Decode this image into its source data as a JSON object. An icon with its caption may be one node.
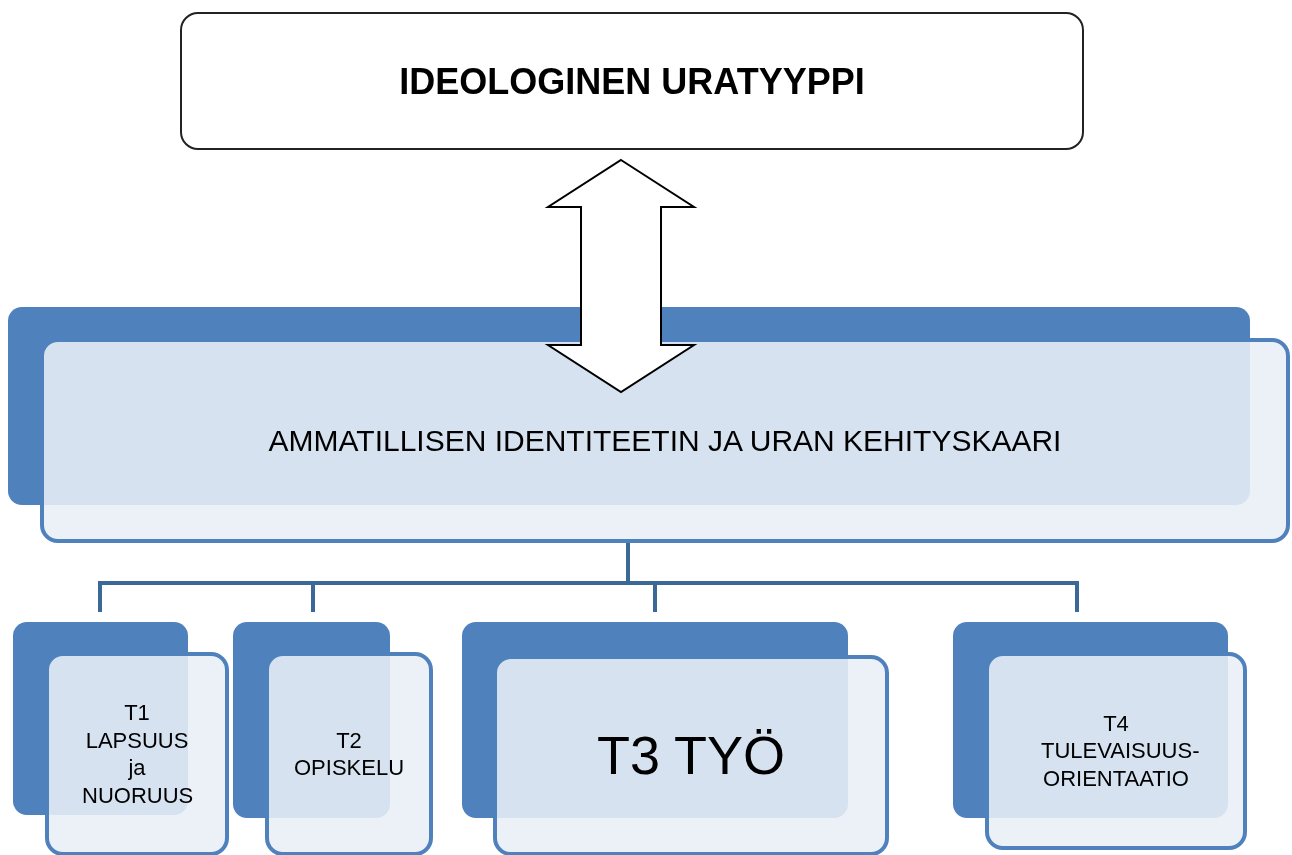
{
  "diagram": {
    "nodes": [
      {
        "text": [
          "IDEOLOGINEN URATYYPPI"
        ]
      },
      {
        "text": [
          "AMMATILLISEN IDENTITEETIN JA URAN KEHITYSKAARI"
        ]
      },
      {
        "text": [
          "T1 LAPSUUS ja NUORUUS"
        ]
      },
      {
        "text": [
          "T2 OPISKELU"
        ]
      },
      {
        "text": [
          "T3 TYÖ"
        ]
      },
      {
        "text": [
          "T4 TULEVAISUUS-ORIENTAATIO"
        ]
      }
    ],
    "edges": [
      {
        "from": 0,
        "to": 1,
        "arrow": "both"
      },
      {
        "from": 1,
        "to": 2,
        "arrow": "none"
      },
      {
        "from": 1,
        "to": 3,
        "arrow": "none"
      },
      {
        "from": 1,
        "to": 4,
        "arrow": "none"
      },
      {
        "from": 1,
        "to": 5,
        "arrow": "none"
      }
    ]
  }
}
